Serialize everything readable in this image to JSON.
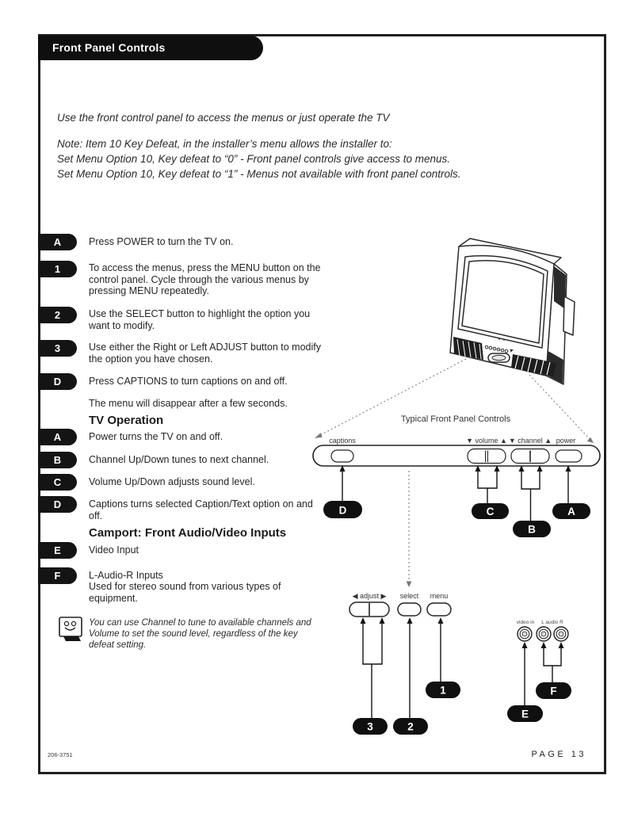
{
  "header": {
    "title": "Front Panel Controls"
  },
  "intro": {
    "line1": "Use the front control panel to access the menus or just operate the TV",
    "note_lines": [
      "Note: Item 10 Key Defeat, in the installer’s menu allows the installer to:",
      "Set Menu Option 10, Key defeat to “0” - Front panel controls give access to menus.",
      "Set Menu Option 10, Key defeat to “1” - Menus not available with front panel controls."
    ]
  },
  "steps": [
    {
      "badge": "A",
      "text": "Press POWER to turn the TV on."
    },
    {
      "badge": "1",
      "text": "To access the menus, press the MENU button on the control panel. Cycle through the various menus by pressing MENU repeatedly."
    },
    {
      "badge": "2",
      "text": "Use the SELECT button to highlight the option you want to modify."
    },
    {
      "badge": "3",
      "text": "Use either the Right or Left ADJUST button to modify the option you have chosen."
    },
    {
      "badge": "D",
      "text": "Press CAPTIONS to turn captions on and off."
    }
  ],
  "menu_note": "The menu will disappear after a few seconds.",
  "tv_operation": {
    "heading": "TV Operation",
    "items": [
      {
        "badge": "A",
        "text": "Power turns the TV on and off."
      },
      {
        "badge": "B",
        "text": "Channel Up/Down tunes to next channel."
      },
      {
        "badge": "C",
        "text": "Volume Up/Down adjusts sound level."
      },
      {
        "badge": "D",
        "text": "Captions turns selected Caption/Text option on and off."
      }
    ]
  },
  "camport": {
    "heading": "Camport: Front Audio/Video Inputs",
    "items": [
      {
        "badge": "E",
        "line1": "Video Input",
        "line2": ""
      },
      {
        "badge": "F",
        "line1": "L-Audio-R Inputs",
        "line2": "Used for stereo sound from various types of equipment."
      }
    ]
  },
  "tip": "You can use Channel to tune to available channels and Volume to set the sound level, regardless of the key defeat setting.",
  "diagram": {
    "title": "Typical Front Panel Controls",
    "panel": {
      "captions_label": "captions",
      "volume_label": "▼ volume ▲",
      "channel_label": "▼ channel ▲",
      "power_label": "power"
    },
    "lower": {
      "adjust_label": "◀ adjust ▶",
      "select_label": "select",
      "menu_label": "menu"
    },
    "jacks": {
      "video_label": "video in",
      "audio_label": "L audio R"
    },
    "callouts": {
      "d": "D",
      "c": "C",
      "b": "B",
      "a": "A",
      "n1": "1",
      "n2": "2",
      "n3": "3",
      "e": "E",
      "f": "F"
    }
  },
  "footer": {
    "doc_number": "206-3751",
    "page": "PAGE 13"
  }
}
